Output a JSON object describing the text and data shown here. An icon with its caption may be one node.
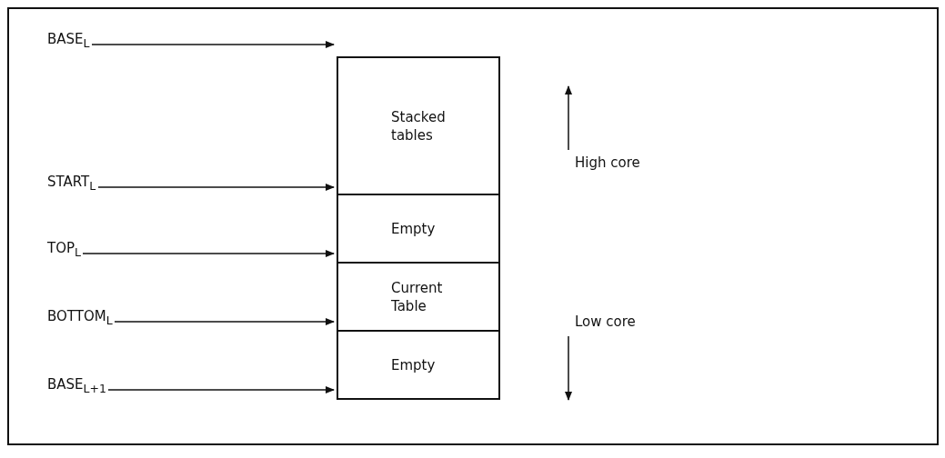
{
  "diagram": {
    "nodes": [
      {
        "text": [
          "Stacked tables"
        ]
      },
      {
        "text": [
          "Empty"
        ]
      },
      {
        "text": [
          "Current Table"
        ]
      },
      {
        "text": [
          "Empty"
        ]
      },
      {
        "text": [
          "BASE$_{L}$"
        ]
      },
      {
        "text": [
          "START$_{L}$"
        ]
      },
      {
        "text": [
          "TOP$_{L}$"
        ]
      },
      {
        "text": [
          "BOTTOM$_{L}$"
        ]
      },
      {
        "text": [
          "BASE$_{L+1}$"
        ]
      }
    ],
    "edges": [
      {
        "from": 4,
        "to": 0,
        "arrow": "to"
      },
      {
        "from": 5,
        "to": 1,
        "arrow": "to"
      },
      {
        "from": 6,
        "to": 1,
        "arrow": "to"
      },
      {
        "from": 7,
        "to": 2,
        "arrow": "to"
      },
      {
        "from": 8,
        "to": 3,
        "arrow": "to"
      }
    ],
    "labels": [
      "High core",
      "Low core"
    ]
  }
}
